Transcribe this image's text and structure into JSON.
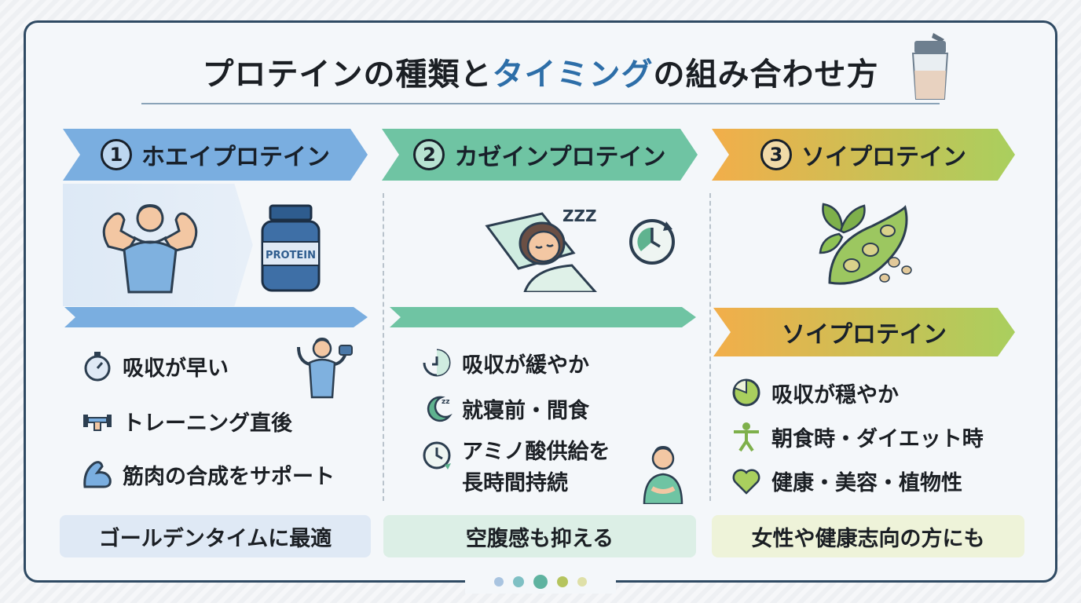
{
  "title": {
    "part1": "プロテインの種類と",
    "accent": "タイミング",
    "part2": "の組み合わせ方"
  },
  "colors": {
    "frame": "#2f4a63",
    "title_accent": "#2d6ea8",
    "whey": "#7aaee0",
    "casein": "#6fc4a3",
    "soy_start": "#f2ae4a",
    "soy_end": "#a9cf5e",
    "whey_footer": "#dfe9f5",
    "casein_footer": "#dcefe6",
    "soy_footer": "#eef3d9"
  },
  "columns": [
    {
      "number": "1",
      "heading": "ホエイプロテイン",
      "illustration": {
        "icons": [
          "muscle-man-icon",
          "protein-jar-icon"
        ],
        "jar_label": "PROTEIN"
      },
      "features": [
        {
          "icon": "stopwatch-icon",
          "text": "吸収が早い"
        },
        {
          "icon": "dumbbell-icon",
          "text": "トレーニング直後"
        },
        {
          "icon": "flexed-arm-icon",
          "text": "筋肉の合成をサポート"
        }
      ],
      "side_icon": "athlete-shaker-icon",
      "footer": "ゴールデンタイムに最適"
    },
    {
      "number": "2",
      "heading": "カゼインプロテイン",
      "illustration": {
        "icons": [
          "sleeping-woman-icon",
          "clock-icon"
        ],
        "sleep_text": "ZZZ"
      },
      "features": [
        {
          "icon": "slow-timer-icon",
          "text": "吸収が緩やか"
        },
        {
          "icon": "moon-icon",
          "text": "就寝前・間食"
        },
        {
          "icon": "clock-arrow-icon",
          "text_line1": "アミノ酸供給を",
          "text_line2": "長時間持続"
        }
      ],
      "side_icon": "full-person-icon",
      "footer": "空腹感も抑える"
    },
    {
      "number": "3",
      "heading": "ソイプロテイン",
      "illustration": {
        "icons": [
          "soybean-icon"
        ]
      },
      "sub_heading": "ソイプロテイン",
      "features": [
        {
          "icon": "pie-icon",
          "text": "吸収が穏やか"
        },
        {
          "icon": "body-stretch-icon",
          "text": "朝食時・ダイエット時"
        },
        {
          "icon": "heart-icon",
          "text": "健康・美容・植物性"
        }
      ],
      "footer": "女性や健康志向の方にも"
    }
  ],
  "page_dots": [
    "#a9c4e0",
    "#7fc0c4",
    "#5fb3a0",
    "#b5c45e",
    "#dfe0a8"
  ]
}
